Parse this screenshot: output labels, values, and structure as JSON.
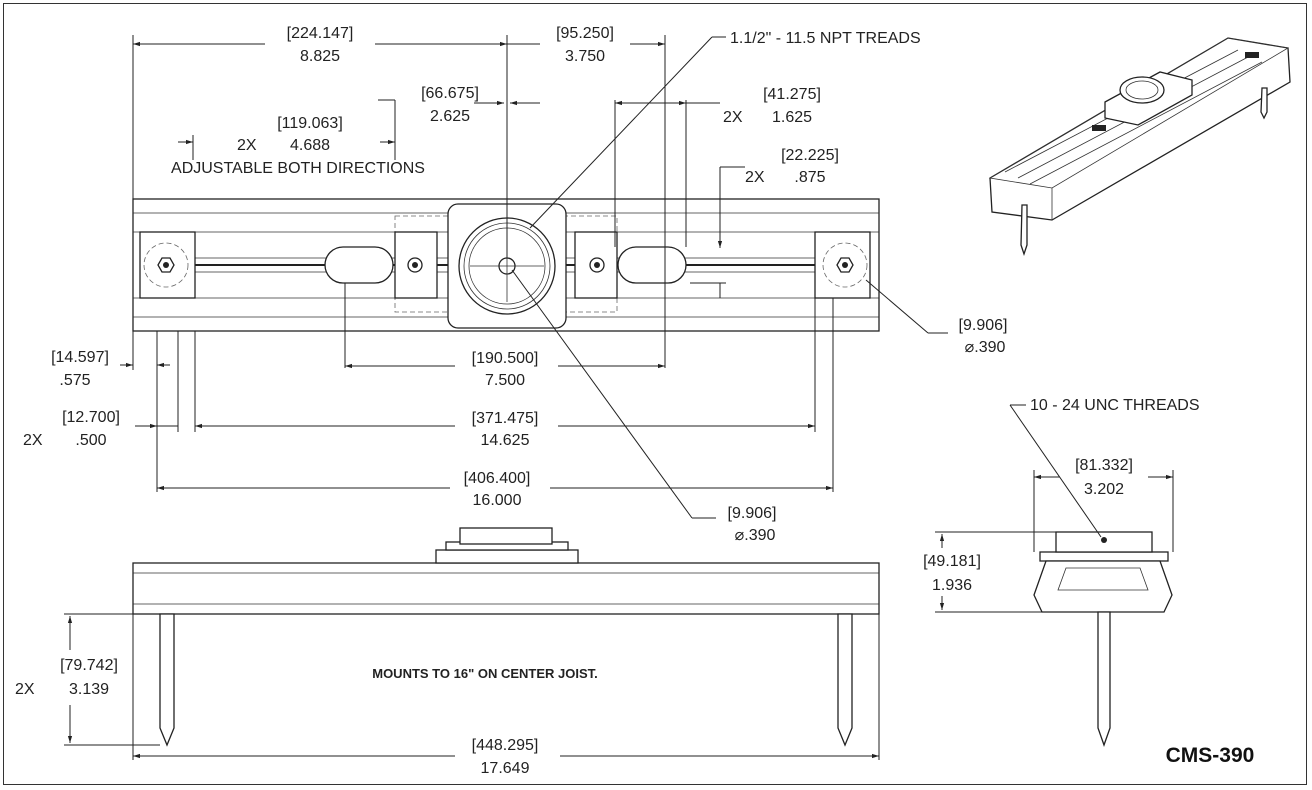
{
  "title_block": {
    "part_number": "CMS-390"
  },
  "notes": {
    "npt_threads": "1.1/2\" - 11.5 NPT TREADS",
    "adjustable": "ADJUSTABLE BOTH DIRECTIONS",
    "mounts": "MOUNTS TO 16\" ON CENTER JOIST.",
    "unc_threads": "10 - 24 UNC THREADS"
  },
  "dims": {
    "d224": {
      "mm": "[224.147]",
      "in": "8.825"
    },
    "d95": {
      "mm": "[95.250]",
      "in": "3.750"
    },
    "d66": {
      "mm": "[66.675]",
      "in": "2.625"
    },
    "d119": {
      "mult": "2X",
      "mm": "[119.063]",
      "in": "4.688"
    },
    "d41": {
      "mult": "2X",
      "mm": "[41.275]",
      "in": "1.625"
    },
    "d22": {
      "mult": "2X",
      "mm": "[22.225]",
      "in": ".875"
    },
    "d14": {
      "mm": "[14.597]",
      "in": ".575"
    },
    "d12": {
      "mult": "2X",
      "mm": "[12.700]",
      "in": ".500"
    },
    "d190": {
      "mm": "[190.500]",
      "in": "7.500"
    },
    "d371": {
      "mm": "[371.475]",
      "in": "14.625"
    },
    "d406": {
      "mm": "[406.400]",
      "in": "16.000"
    },
    "d9a": {
      "mm": "[9.906]",
      "in": "⌀.390"
    },
    "d9b": {
      "mm": "[9.906]",
      "in": "⌀.390"
    },
    "d79": {
      "mult": "2X",
      "mm": "[79.742]",
      "in": "3.139"
    },
    "d448": {
      "mm": "[448.295]",
      "in": "17.649"
    },
    "d81": {
      "mm": "[81.332]",
      "in": "3.202"
    },
    "d49": {
      "mm": "[49.181]",
      "in": "1.936"
    }
  }
}
